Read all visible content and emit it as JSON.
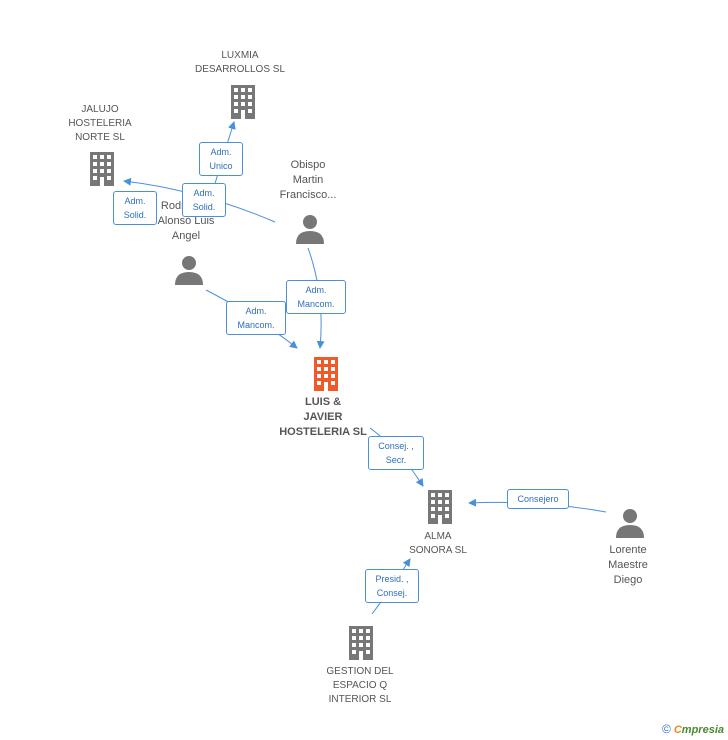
{
  "nodes": {
    "luxmia": {
      "label": "LUXMIA\nDESARROLLOS SL",
      "type": "company"
    },
    "jalujo": {
      "label": "JALUJO\nHOSTELERIA\nNORTE  SL",
      "type": "company"
    },
    "obispo": {
      "label": "Obispo\nMartin\nFrancisco...",
      "type": "person"
    },
    "rodriguez": {
      "label": "Rodriguez\nAlonso Luis\nAngel",
      "type": "person"
    },
    "luis_javier": {
      "label": "LUIS &\nJAVIER\nHOSTELERIA SL",
      "type": "company",
      "focus": true
    },
    "alma": {
      "label": "ALMA\nSONORA SL",
      "type": "company"
    },
    "lorente": {
      "label": "Lorente\nMaestre\nDiego",
      "type": "person"
    },
    "gestion": {
      "label": "GESTION DEL\nESPACIO Q\nINTERIOR  SL",
      "type": "company"
    }
  },
  "relations": {
    "adm_unico": "Adm.\nUnico",
    "adm_solid_1": "Adm.\nSolid.",
    "adm_solid_2": "Adm.\nSolid.",
    "adm_mancom_1": "Adm.\nMancom.",
    "adm_mancom_2": "Adm.\nMancom.",
    "consej_secr": "Consej. ,\nSecr.",
    "consejero": "Consejero",
    "presid_consej": "Presid. ,\nConsej."
  },
  "colors": {
    "edge": "#4a90d9",
    "company_icon": "#777777",
    "focus_icon": "#f05a28",
    "person_icon": "#777777"
  },
  "footer": {
    "copyright_symbol": "©",
    "brand_first": "C",
    "brand_rest": "mpresia"
  }
}
